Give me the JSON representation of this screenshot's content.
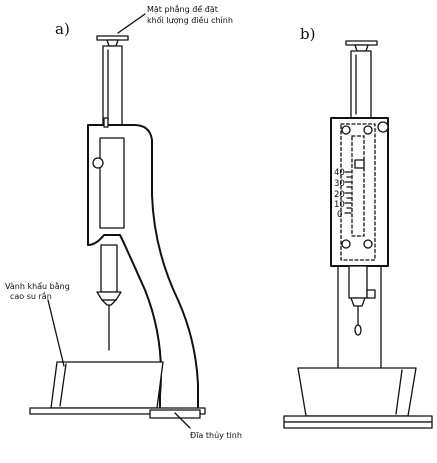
{
  "labels": {
    "panel_a": "a)",
    "panel_b": "b)",
    "callout_top_line1": "Mặt phẳng để đặt",
    "callout_top_line2": "khối lượng điều chỉnh",
    "callout_left_line1": "Vành khẩu bằng",
    "callout_left_line2": "cao su rắn",
    "callout_bottom": "Đĩa thủy tinh"
  },
  "scale": {
    "ticks": [
      "40",
      "30",
      "20",
      "10",
      "0"
    ]
  }
}
